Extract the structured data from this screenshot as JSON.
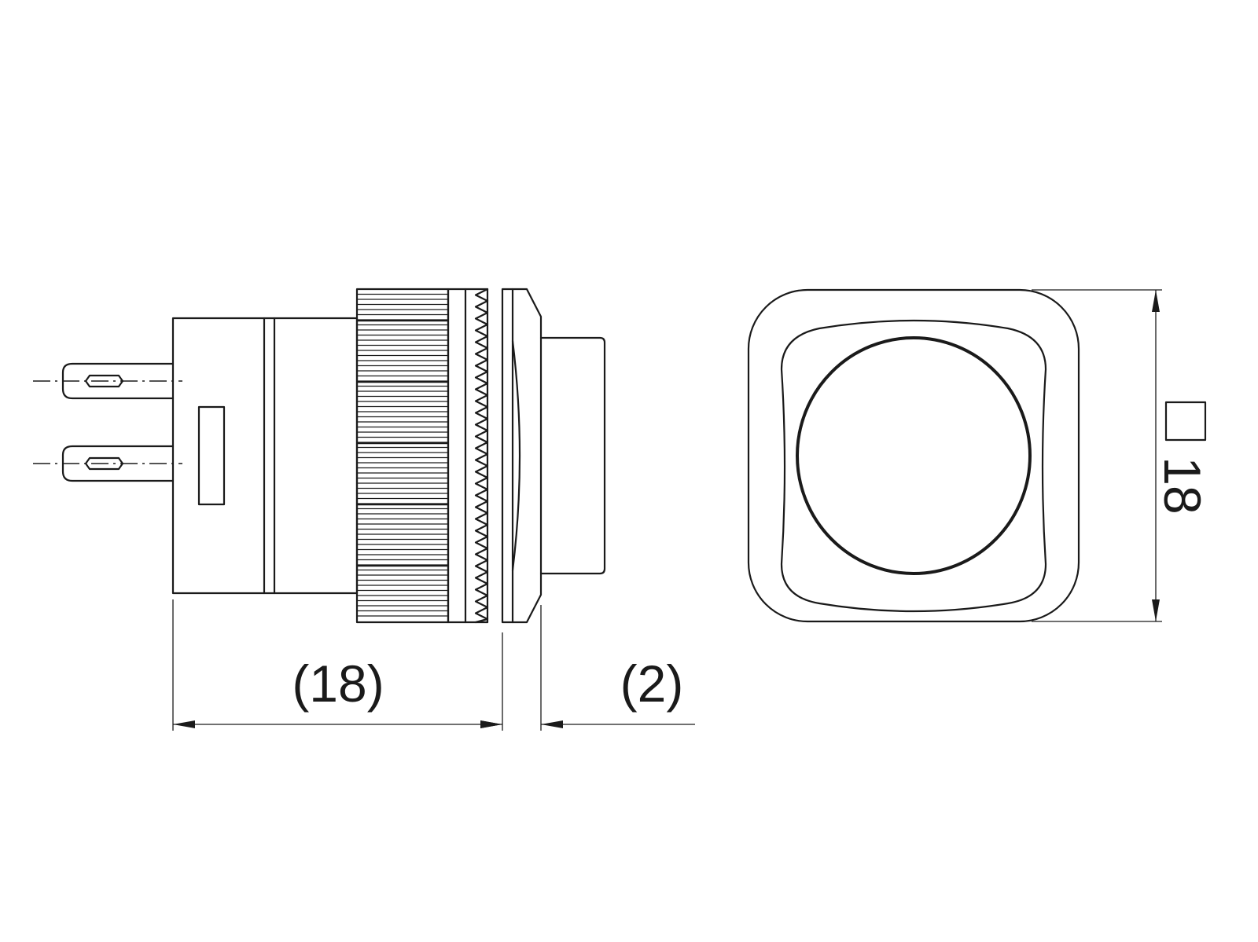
{
  "dimensions": {
    "body_length": "(18)",
    "bezel_depth": "(2)",
    "square_size": "18",
    "square_symbol": "square-symbol"
  },
  "colors": {
    "line": "#1a1a1a",
    "background": "#ffffff"
  }
}
